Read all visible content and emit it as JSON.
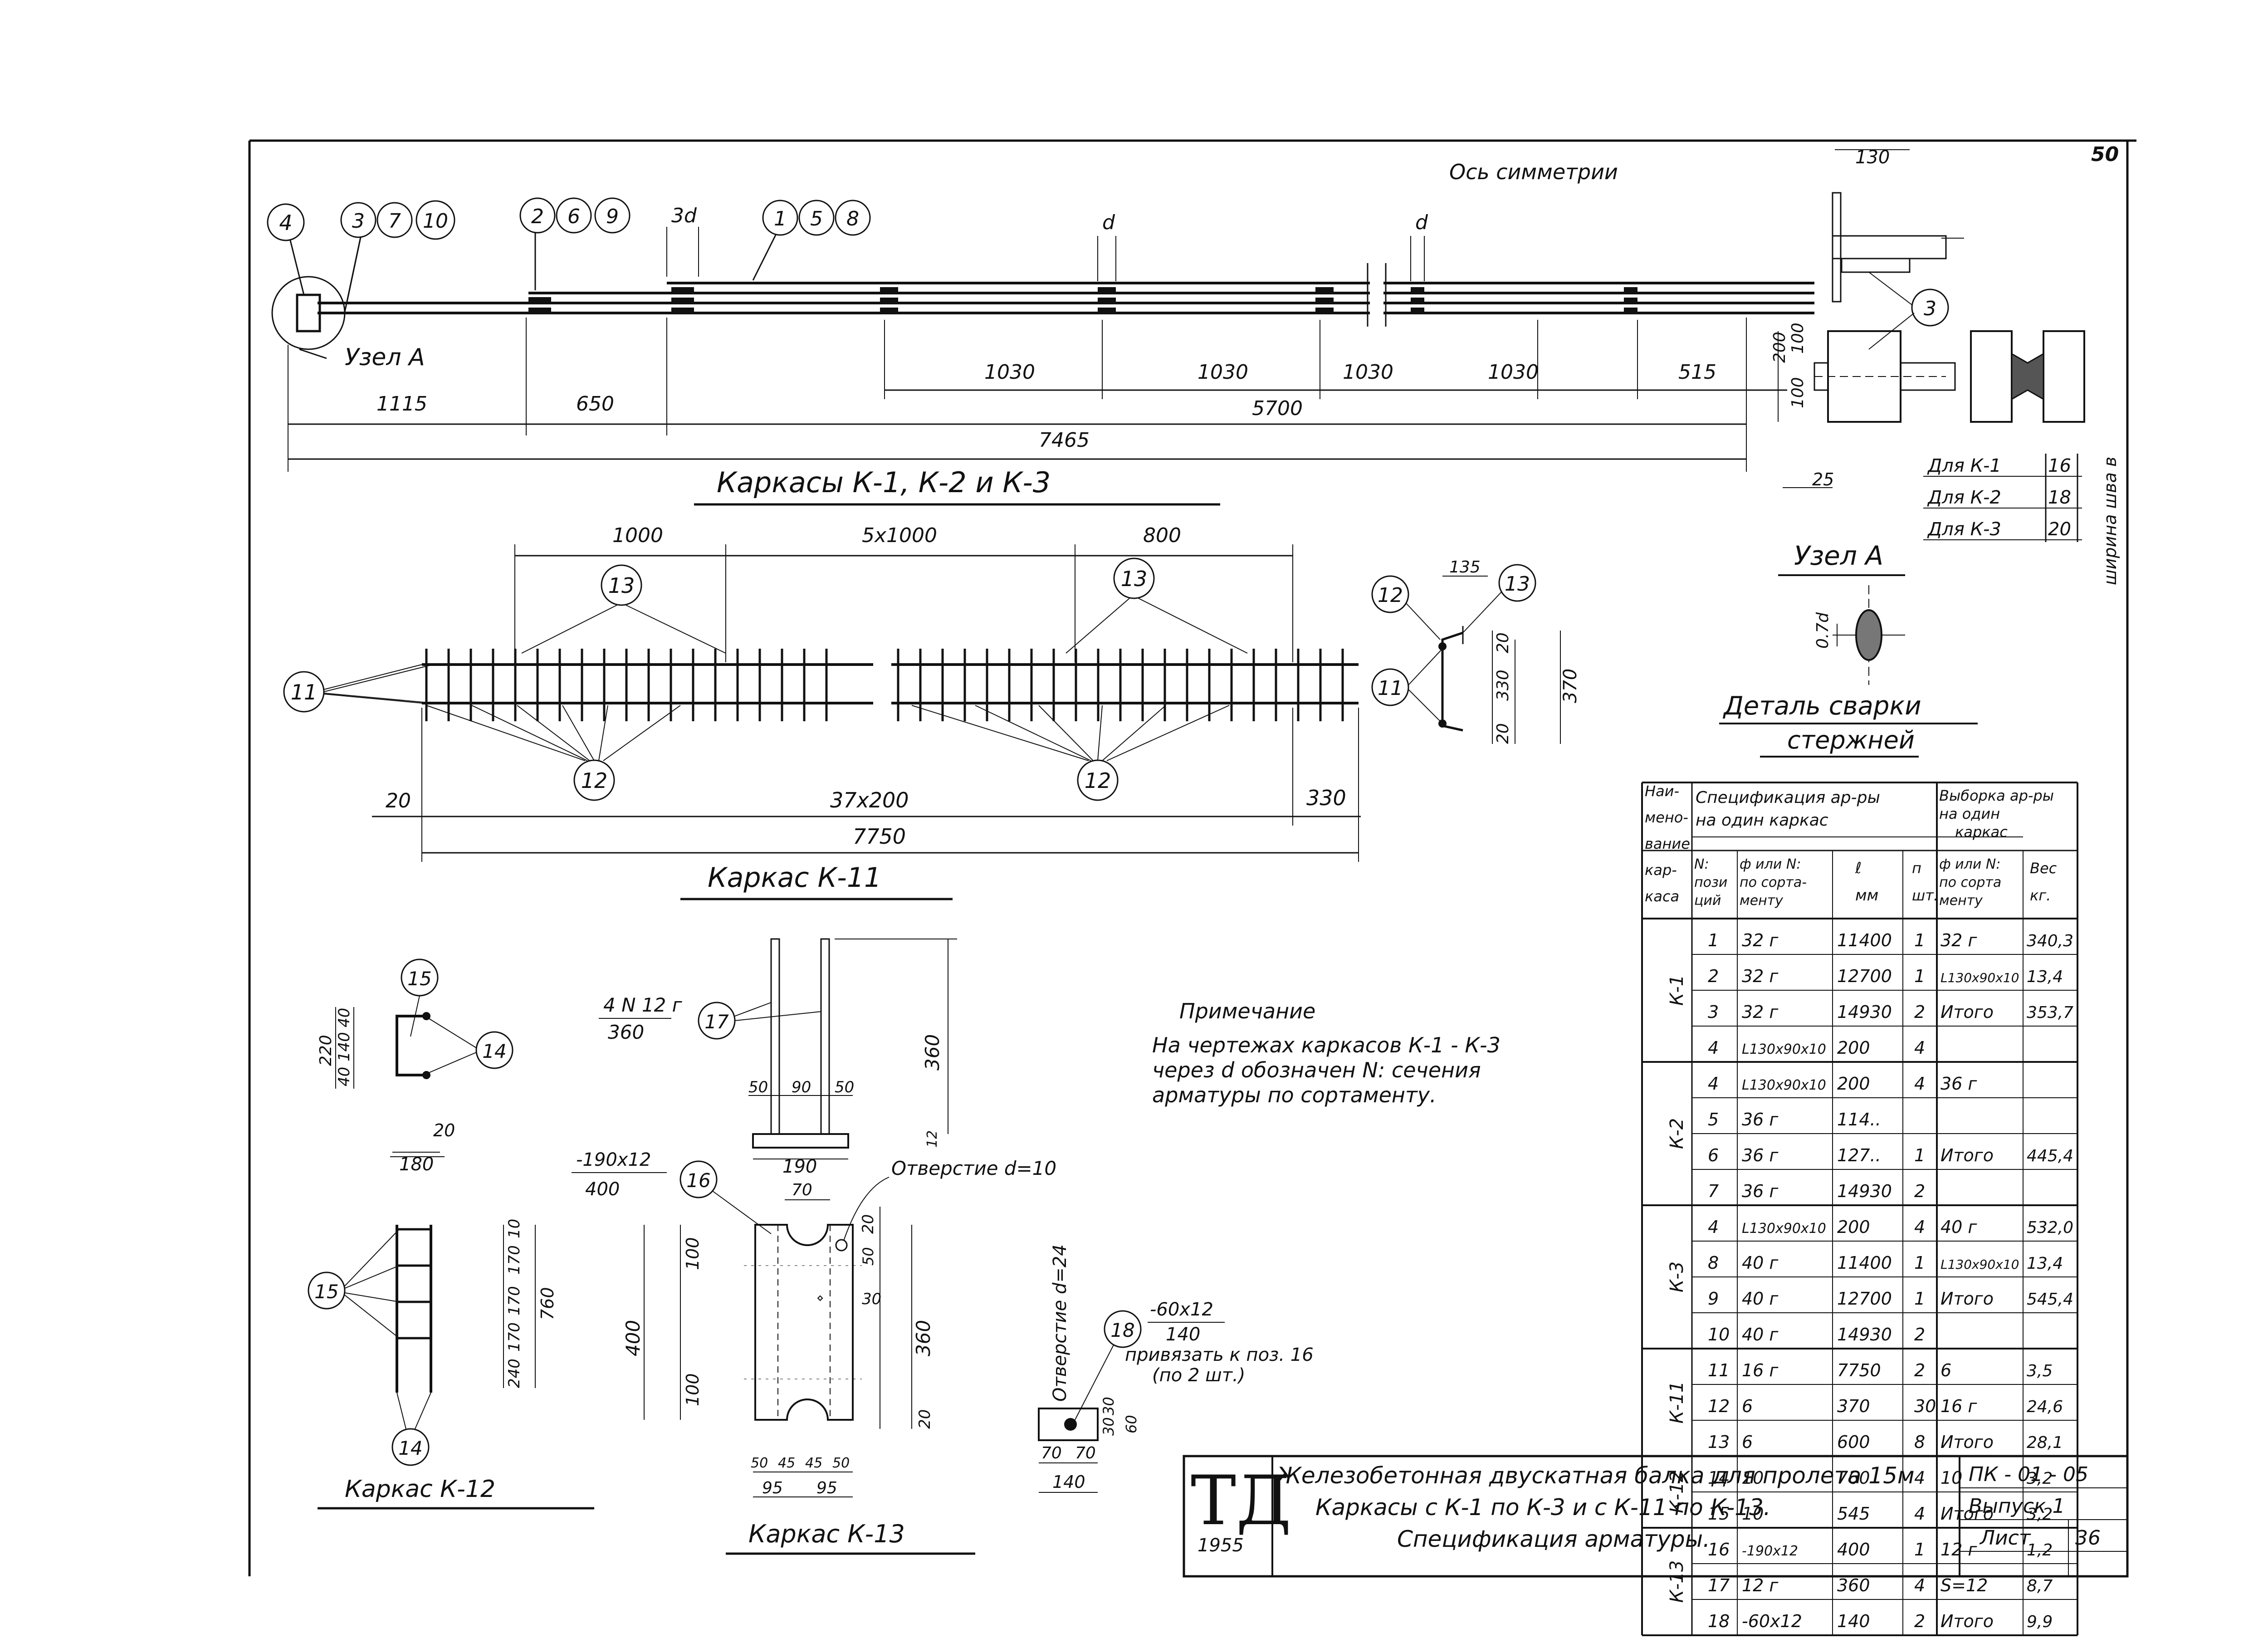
{
  "sheet": {
    "page_number": "50",
    "symmetry_axis": "Ось симметрии",
    "note_title": "Примечание",
    "note_lines": [
      "На чертежах каркасов К-1 - К-3",
      "через d обозначен N: сечения",
      "арматуры по сортаменту."
    ]
  },
  "frames_k1_k3": {
    "title": "Каркасы  К-1,  К-2  и  К-3",
    "callouts": [
      "4",
      "3",
      "7",
      "10",
      "2",
      "6",
      "9",
      "1",
      "5",
      "8"
    ],
    "node_label": "Узел А",
    "dim_3d": "3d",
    "dim_d1": "d",
    "dim_d2": "d",
    "dims": [
      "1115",
      "650",
      "1030",
      "1030",
      "1030",
      "1030",
      "515",
      "5700",
      "7465"
    ]
  },
  "node_a": {
    "title": "Узел А",
    "callout": "3",
    "dims": [
      "130",
      "200",
      "100",
      "100",
      "25"
    ],
    "weld_rows": [
      {
        "label": "Для  К-1",
        "value": "16"
      },
      {
        "label": "Для  К-2",
        "value": "18"
      },
      {
        "label": "Для  К-3",
        "value": "20"
      }
    ],
    "weld_width_label": "ширина шва в"
  },
  "weld_detail": {
    "title_line1": "Деталь  сварки",
    "title_line2": "стержней",
    "dim": "0.7d"
  },
  "frame_k11": {
    "title": "Каркас  К-11",
    "callouts": [
      "13",
      "13",
      "11",
      "12",
      "12"
    ],
    "dims": [
      "1000",
      "5x1000",
      "800",
      "20",
      "37x200",
      "330",
      "7750"
    ],
    "section_callouts": [
      "12",
      "13",
      "11"
    ],
    "section_dims": [
      "135",
      "20",
      "330",
      "20",
      "370"
    ]
  },
  "frame_k12": {
    "title": "Каркас  К-12",
    "callouts": [
      "15",
      "14",
      "15",
      "14"
    ],
    "dims": [
      "40",
      "140",
      "40",
      "220",
      "20",
      "180",
      "10",
      "170",
      "170",
      "170",
      "240",
      "760"
    ]
  },
  "frame_k13": {
    "title": "Каркас  К-13",
    "rebar_label_top": "4 N 12 г",
    "rebar_label_bottom": "360",
    "plate_label_top": "-190x12",
    "plate_label_bottom": "400",
    "hole_label": "Отверстие  d=10",
    "hole2_label": "Отверстие d=24",
    "callouts": [
      "17",
      "16",
      "18"
    ],
    "plate18_line1": "-60x12",
    "plate18_line2": "140",
    "plate18_line3": "привязать к поз. 16",
    "plate18_line4": "(по 2 шт.)",
    "dims": [
      "360",
      "50",
      "90",
      "50",
      "12",
      "190",
      "70",
      "20",
      "50",
      "30",
      "100",
      "360",
      "400",
      "100",
      "20",
      "50",
      "45",
      "45",
      "50",
      "95",
      "95",
      "30",
      "30",
      "60",
      "70",
      "70",
      "140"
    ]
  },
  "spec_table": {
    "header_col1": [
      "Наи-",
      "мено-",
      "вание",
      "кар-",
      "каса"
    ],
    "header_spec": [
      "Спецификация ар-ры",
      "на один каркас"
    ],
    "header_sel": [
      "Выборка ар-ры",
      "на один",
      "каркас"
    ],
    "sub_pos": [
      "N:",
      "пози",
      "ций"
    ],
    "sub_phi": [
      "ф или N:",
      "по сорта-",
      "менту"
    ],
    "sub_l": [
      "ℓ",
      "мм"
    ],
    "sub_n": [
      "п",
      "шт."
    ],
    "sub_sel_phi": [
      "ф или N:",
      "по сорта",
      "менту"
    ],
    "sub_w": [
      "Вес",
      "кг."
    ],
    "groups": [
      {
        "name": "К-1",
        "rows": [
          {
            "pos": "1",
            "phi": "32 г",
            "l": "11400",
            "n": "1",
            "sel": "32 г",
            "w": "340,3"
          },
          {
            "pos": "2",
            "phi": "32 г",
            "l": "12700",
            "n": "1",
            "sel": "L130x90x10",
            "w": "13,4"
          },
          {
            "pos": "3",
            "phi": "32 г",
            "l": "14930",
            "n": "2",
            "sel": "Итого",
            "w": "353,7"
          },
          {
            "pos": "4",
            "phi": "L130x90x10",
            "l": "200",
            "n": "4",
            "sel": "",
            "w": ""
          }
        ]
      },
      {
        "name": "К-2",
        "rows": [
          {
            "pos": "4",
            "phi": "L130x90x10",
            "l": "200",
            "n": "4",
            "sel": "36 г",
            "w": ""
          },
          {
            "pos": "5",
            "phi": "36 г",
            "l": "114..",
            "n": "",
            "sel": "",
            "w": ""
          },
          {
            "pos": "6",
            "phi": "36 г",
            "l": "127..",
            "n": "1",
            "sel": "Итого",
            "w": "445,4"
          },
          {
            "pos": "7",
            "phi": "36 г",
            "l": "14930",
            "n": "2",
            "sel": "",
            "w": ""
          }
        ]
      },
      {
        "name": "К-3",
        "rows": [
          {
            "pos": "4",
            "phi": "L130x90x10",
            "l": "200",
            "n": "4",
            "sel": "40 г",
            "w": "532,0"
          },
          {
            "pos": "8",
            "phi": "40 г",
            "l": "11400",
            "n": "1",
            "sel": "L130x90x10",
            "w": "13,4"
          },
          {
            "pos": "9",
            "phi": "40 г",
            "l": "12700",
            "n": "1",
            "sel": "Итого",
            "w": "545,4"
          },
          {
            "pos": "10",
            "phi": "40 г",
            "l": "14930",
            "n": "2",
            "sel": "",
            "w": ""
          }
        ]
      },
      {
        "name": "К-11",
        "rows": [
          {
            "pos": "11",
            "phi": "16 г",
            "l": "7750",
            "n": "2",
            "sel": "6",
            "w": "3,5"
          },
          {
            "pos": "12",
            "phi": "6",
            "l": "370",
            "n": "30",
            "sel": "16 г",
            "w": "24,6"
          },
          {
            "pos": "13",
            "phi": "6",
            "l": "600",
            "n": "8",
            "sel": "Итого",
            "w": "28,1"
          }
        ]
      },
      {
        "name": "К-12",
        "rows": [
          {
            "pos": "14",
            "phi": "10",
            "l": "760",
            "n": "4",
            "sel": "10",
            "w": "3,2"
          },
          {
            "pos": "15",
            "phi": "10",
            "l": "545",
            "n": "4",
            "sel": "Итого",
            "w": "3,2"
          }
        ]
      },
      {
        "name": "К-13",
        "rows": [
          {
            "pos": "16",
            "phi": "-190x12",
            "l": "400",
            "n": "1",
            "sel": "12 г",
            "w": "1,2"
          },
          {
            "pos": "17",
            "phi": "12 г",
            "l": "360",
            "n": "4",
            "sel": "S=12",
            "w": "8,7"
          },
          {
            "pos": "18",
            "phi": "-60x12",
            "l": "140",
            "n": "2",
            "sel": "Итого",
            "w": "9,9"
          }
        ]
      }
    ]
  },
  "title_block": {
    "logo": "ТД",
    "year": "1955",
    "line1": "Железобетонная двускатная балка для пролета 15м",
    "line2": "Каркасы  с  К-1  по К-3  и  с К-11  по  К-13.",
    "line3": "Спецификация  арматуры.",
    "code": "ПК - 01 - 05",
    "issue": "Выпуск 1",
    "sheet_label": "Лист",
    "sheet_no": "36"
  }
}
